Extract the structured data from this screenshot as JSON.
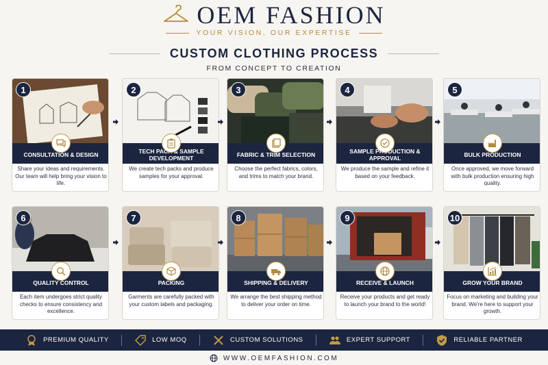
{
  "brand": {
    "name": "OEM FASHION",
    "tagline": "YOUR VISION, OUR EXPERTISE"
  },
  "process": {
    "title": "CUSTOM CLOTHING PROCESS",
    "subtitle": "FROM CONCEPT TO CREATION"
  },
  "steps": [
    {
      "number": "1",
      "title": "CONSULTATION & DESIGN",
      "description": "Share your ideas and requirements. Our team will help bring your vision to life.",
      "icon": "chat-icon"
    },
    {
      "number": "2",
      "title": "TECH PACK & SAMPLE DEVELOPMENT",
      "description": "We create tech packs and produce samples for your approval.",
      "icon": "clipboard-icon"
    },
    {
      "number": "3",
      "title": "FABRIC & TRIM SELECTION",
      "description": "Choose the perfect fabrics, colors, and trims to match your brand.",
      "icon": "fabric-icon"
    },
    {
      "number": "4",
      "title": "SAMPLE PRODUCTION & APPROVAL",
      "description": "We produce the sample and refine it based on your feedback.",
      "icon": "check-circle-icon"
    },
    {
      "number": "5",
      "title": "BULK PRODUCTION",
      "description": "Once approved, we move forward with bulk production ensuring high quality.",
      "icon": "factory-icon"
    },
    {
      "number": "6",
      "title": "QUALITY CONTROL",
      "description": "Each item undergoes strict quality checks to ensure consistency and excellence.",
      "icon": "magnifier-icon"
    },
    {
      "number": "7",
      "title": "PACKING",
      "description": "Garments are carefully packed with your custom labels and packaging.",
      "icon": "box-icon"
    },
    {
      "number": "8",
      "title": "SHIPPING & DELIVERY",
      "description": "We arrange the best shipping method to deliver your order on time.",
      "icon": "truck-icon"
    },
    {
      "number": "9",
      "title": "RECEIVE & LAUNCH",
      "description": "Receive your products and get ready to launch your brand to the world!",
      "icon": "globe-icon"
    },
    {
      "number": "10",
      "title": "GROW YOUR BRAND",
      "description": "Focus on marketing and building your brand. We're here to support your growth.",
      "icon": "growth-chart-icon"
    }
  ],
  "features": [
    {
      "label": "PREMIUM QUALITY",
      "icon": "medal-icon"
    },
    {
      "label": "LOW MOQ",
      "icon": "tag-icon"
    },
    {
      "label": "CUSTOM SOLUTIONS",
      "icon": "tools-icon"
    },
    {
      "label": "EXPERT SUPPORT",
      "icon": "team-icon"
    },
    {
      "label": "RELIABLE PARTNER",
      "icon": "shield-check-icon"
    }
  ],
  "website": "WWW.OEMFASHION.COM",
  "colors": {
    "navy": "#1c2540",
    "gold": "#b28b3c",
    "background": "#f7f5f1"
  }
}
